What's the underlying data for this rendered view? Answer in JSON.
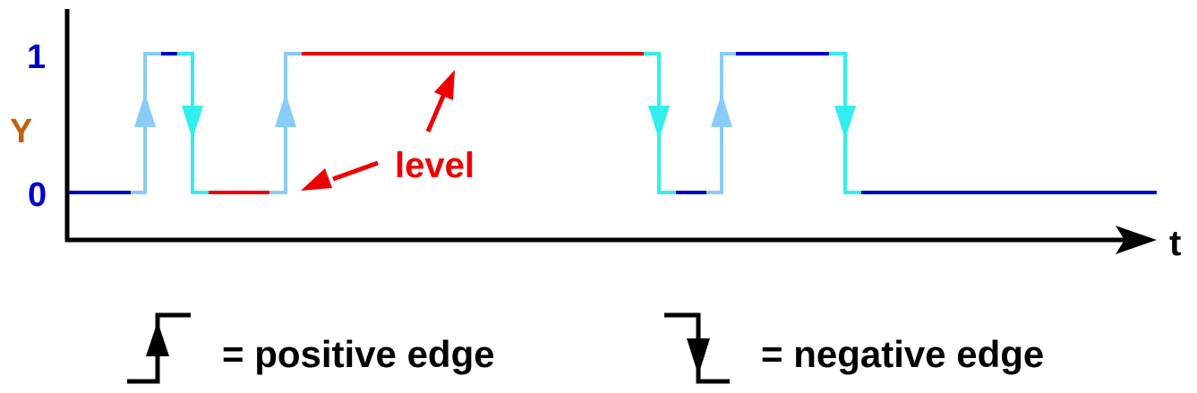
{
  "axis": {
    "y_label": "Y",
    "y_tick_high": "1",
    "y_tick_low": "0",
    "x_label": "t"
  },
  "annotation": {
    "level_label": "level"
  },
  "legend": {
    "positive_edge_text": "= positive edge",
    "negative_edge_text": "= negative edge"
  },
  "colors": {
    "axis": "#000000",
    "level_high_low": "#0000cc",
    "level_highlight": "#ee0000",
    "positive_edge": "#88ccf8",
    "negative_edge": "#33eeee",
    "tick_labels": "#0000cc",
    "y_label": "#c06010",
    "annotation": "#ee0000"
  },
  "signal": {
    "description_states": [
      "0",
      "1",
      "0",
      "1",
      "0",
      "1",
      "0"
    ],
    "edges": [
      "positive",
      "negative",
      "positive",
      "negative",
      "positive",
      "negative"
    ]
  }
}
